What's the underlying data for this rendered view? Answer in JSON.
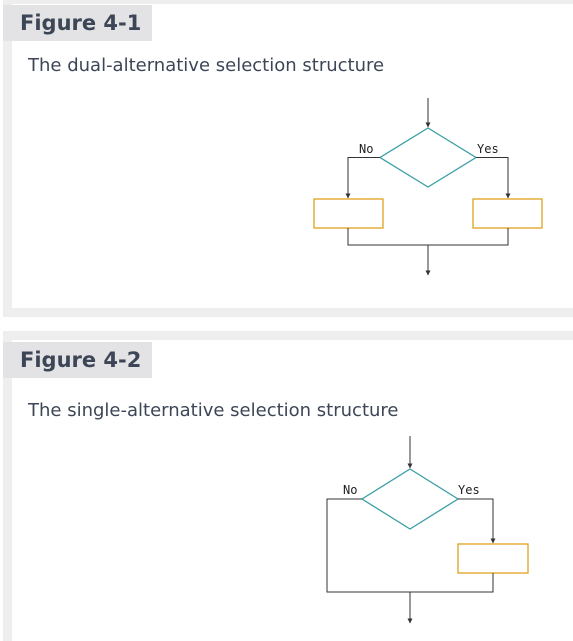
{
  "figures": [
    {
      "label": "Figure 4-1",
      "caption": "The dual-alternative selection structure",
      "no_label": "No",
      "yes_label": "Yes"
    },
    {
      "label": "Figure 4-2",
      "caption": "The single-alternative selection structure",
      "no_label": "No",
      "yes_label": "Yes"
    }
  ],
  "colors": {
    "decision_stroke": "#3a9ea5",
    "process_stroke": "#e0a020",
    "line": "#333333",
    "label_bg": "#e3e3e6",
    "panel_border": "#eeeeee",
    "text": "#3d4656"
  }
}
